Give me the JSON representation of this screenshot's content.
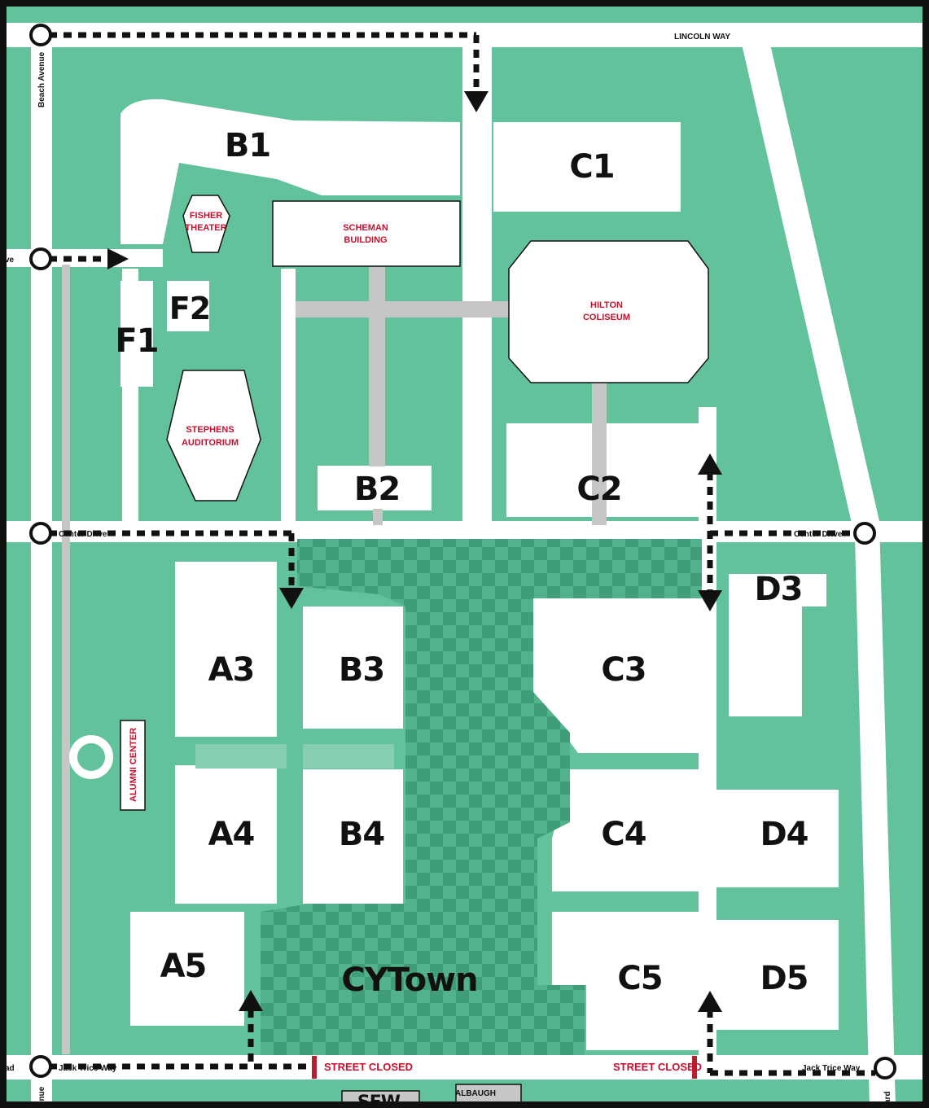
{
  "colors": {
    "grass": "#62c29c",
    "dark_grass": "#3f9e78",
    "road": "#ffffff",
    "walkway": "#c6c6c6",
    "frame": "#111111",
    "building_label": "#c8102e",
    "closed_bar": "#b5202e"
  },
  "streets": {
    "lincoln_way": "LINCOLN WAY",
    "beach_avenue": "Beach Avenue",
    "center_drive_left": "Center Drive",
    "center_drive_right": "Center Drive",
    "jack_trice_way_left": "Jack Trice Way",
    "jack_trice_way_right": "Jack Trice Way",
    "left_edge_top": "ve",
    "left_edge_bottom": "ad",
    "bottom_left_stub": "enue",
    "right_edge_bottom": "ard"
  },
  "buildings": {
    "scheman": [
      "SCHEMAN",
      "BUILDING"
    ],
    "hilton": [
      "HILTON",
      "COLISEUM"
    ],
    "fisher": [
      "FISHER",
      "THEATER"
    ],
    "stephens": [
      "STEPHENS",
      "AUDITORIUM"
    ],
    "alumni": "ALUMNI CENTER",
    "albaugh": "ALBAUGH",
    "bottom_partial": "SEW"
  },
  "lots": {
    "B1": "B1",
    "C1": "C1",
    "F1": "F1",
    "F2": "F2",
    "B2": "B2",
    "C2": "C2",
    "A3": "A3",
    "B3": "B3",
    "C3": "C3",
    "D3": "D3",
    "A4": "A4",
    "B4": "B4",
    "C4": "C4",
    "D4": "D4",
    "A5": "A5",
    "C5": "C5",
    "D5": "D5"
  },
  "cytown": "CYTown",
  "closures": [
    "STREET CLOSED",
    "STREET CLOSED"
  ],
  "icons": [
    "entrance-arrow-icon",
    "intersection-circle-icon",
    "checker-pattern"
  ]
}
